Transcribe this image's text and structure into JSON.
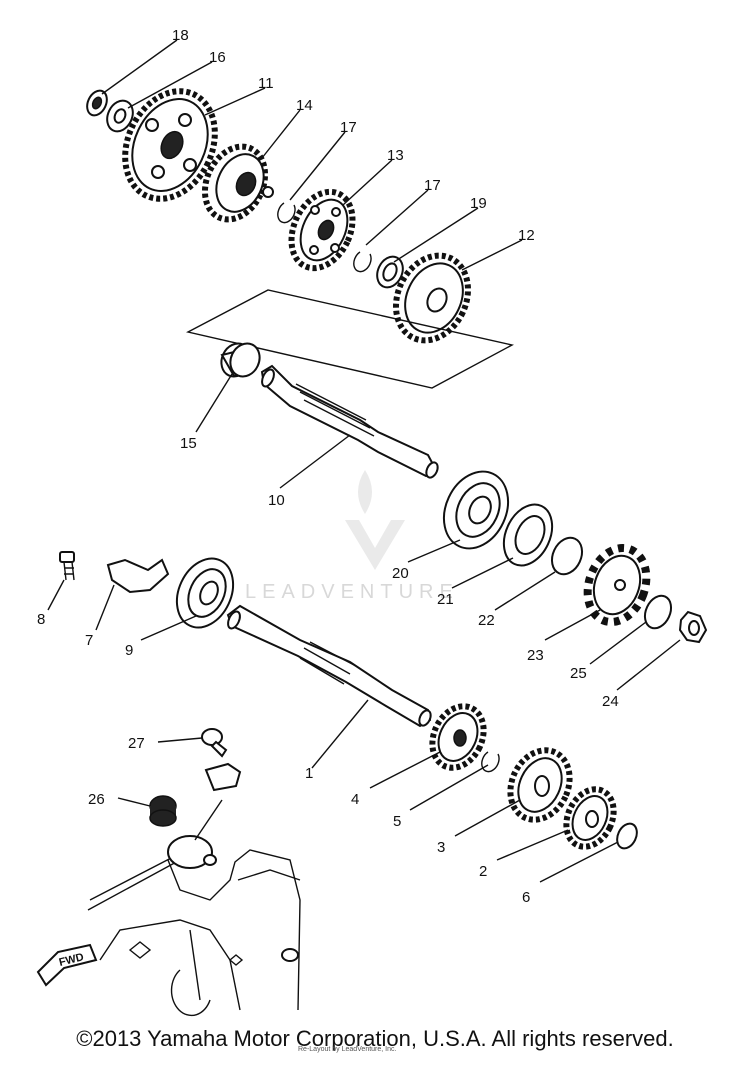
{
  "diagram": {
    "watermark": "LEADVENTURE",
    "fwd_label": "FWD",
    "callouts": [
      "18",
      "16",
      "11",
      "14",
      "17",
      "13",
      "17",
      "19",
      "12",
      "15",
      "10",
      "20",
      "21",
      "22",
      "23",
      "25",
      "24",
      "8",
      "7",
      "9",
      "1",
      "4",
      "5",
      "3",
      "2",
      "6",
      "27",
      "26"
    ]
  },
  "footer": {
    "copyright": "©2013 Yamaha Motor Corporation, U.S.A. All rights reserved.",
    "credit": "Re-Layout by LeadVenture, Inc."
  }
}
